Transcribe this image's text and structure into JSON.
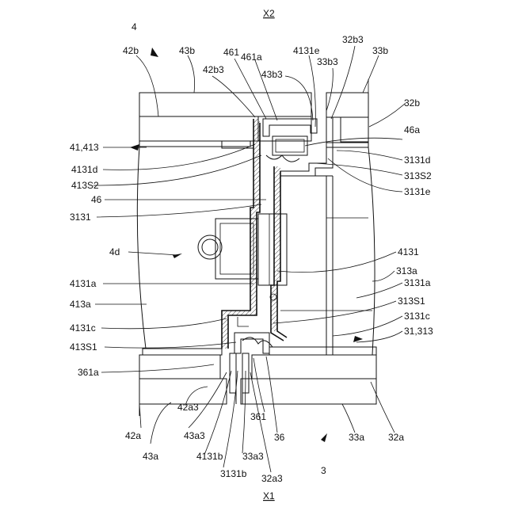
{
  "labels": {
    "top_axis": "X2",
    "bottom_axis": "X1",
    "assembly_upper": "4",
    "assembly_lower": "3",
    "l_42b": "42b",
    "l_43b": "43b",
    "l_42b3": "42b3",
    "l_461": "461",
    "l_461a": "461a",
    "l_43b3": "43b3",
    "l_4131e": "4131e",
    "l_32b3": "32b3",
    "l_33b3": "33b3",
    "l_33b": "33b",
    "l_32b": "32b",
    "l_46a": "46a",
    "l_41_413": "41,413",
    "l_3131d": "3131d",
    "l_4131d": "4131d",
    "l_313S2": "313S2",
    "l_413S2": "413S2",
    "l_3131e": "3131e",
    "l_46": "46",
    "l_3131": "3131",
    "l_4d": "4d",
    "l_4131": "4131",
    "l_313a": "313a",
    "l_4131a": "4131a",
    "l_3131a": "3131a",
    "l_413a": "413a",
    "l_313S1": "313S1",
    "l_4131c": "4131c",
    "l_3131c": "3131c",
    "l_31_313": "31,313",
    "l_413S1": "413S1",
    "l_361a": "361a",
    "l_42a": "42a",
    "l_42a3": "42a3",
    "l_43a3": "43a3",
    "l_43a": "43a",
    "l_4131b": "4131b",
    "l_3131b": "3131b",
    "l_33a3": "33a3",
    "l_32a3": "32a3",
    "l_361": "361",
    "l_36": "36",
    "l_33a": "33a",
    "l_32a": "32a"
  }
}
